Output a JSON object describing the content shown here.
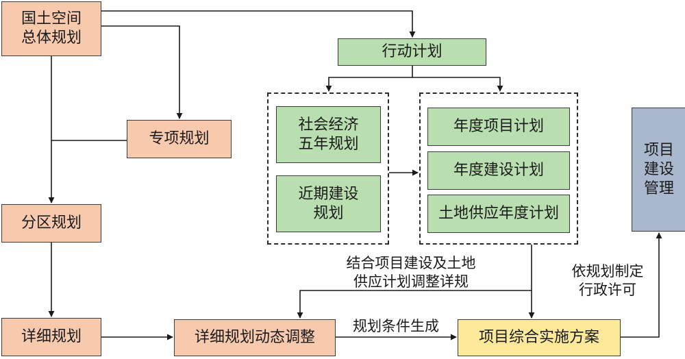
{
  "nodes": {
    "guotu": "国土空间\n总体规划",
    "zhuanxiang": "专项规划",
    "fenqu": "分区规划",
    "xiangxi": "详细规划",
    "dongtai": "详细规划动态调整",
    "xingdong": "行动计划",
    "shehui": "社会经济\n五年规划",
    "jinqi": "近期建设\n规划",
    "niandu_xiangmu": "年度项目计划",
    "niandu_jianshe": "年度建设计划",
    "tudi": "土地供应年度计划",
    "zonghe": "项目综合实施方案",
    "guanli": "项目\n建设\n管理"
  },
  "notes": {
    "jiehe": "结合项目建设及土地\n供应计划调整详规",
    "tiaojian": "规划条件生成",
    "xingzheng": "依规划制定\n行政许可"
  }
}
